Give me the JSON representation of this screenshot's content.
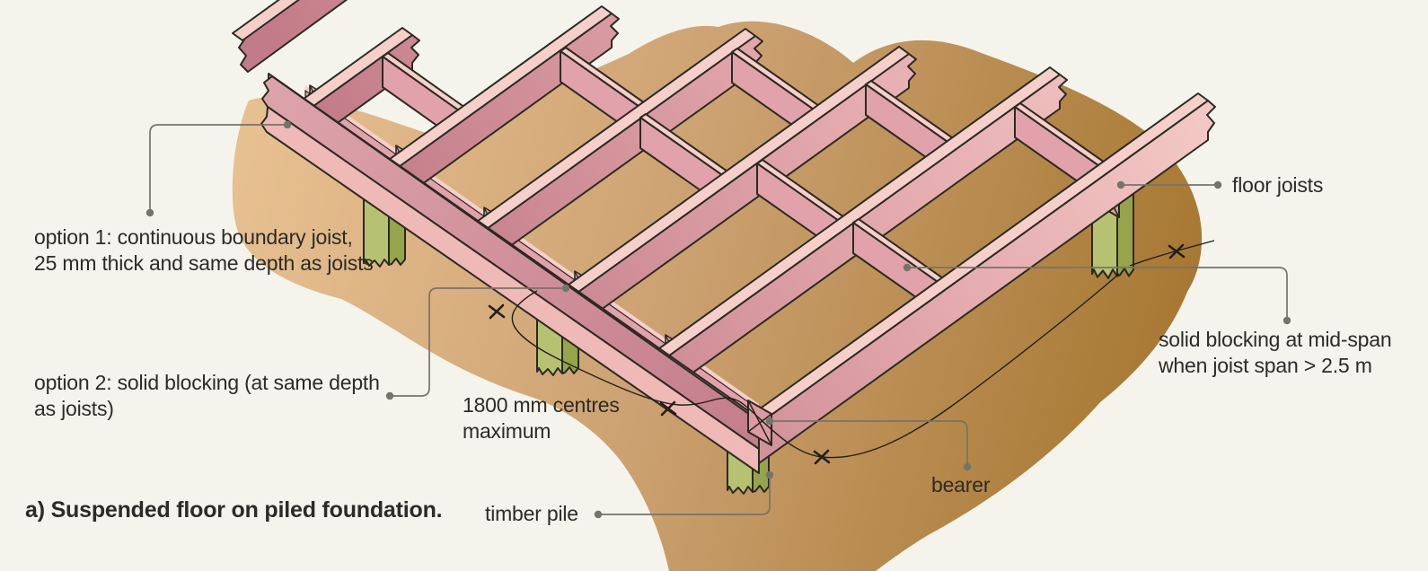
{
  "figure": {
    "caption": "a) Suspended floor on piled foundation.",
    "labels": {
      "option1": {
        "lines": [
          "option 1: continuous boundary joist,",
          "25 mm thick and same depth as joists"
        ]
      },
      "option2": {
        "lines": [
          "option 2: solid blocking (at same depth",
          "as joists)"
        ]
      },
      "centres": {
        "lines": [
          "1800 mm centres",
          "maximum"
        ]
      },
      "timber_pile": {
        "text": "timber pile"
      },
      "bearer": {
        "text": "bearer"
      },
      "floor_joists": {
        "text": "floor joists"
      },
      "solid_blocking": {
        "lines": [
          "solid blocking at mid-span",
          "when joist span > 2.5 m"
        ]
      }
    },
    "colors": {
      "background": "#f4f3ec",
      "ground_light": "#e7c091",
      "ground_mid": "#cda272",
      "ground_dark": "#a4762f",
      "timber_top": "#f6cfca",
      "timber_side_dark": "#c27b88",
      "timber_side_light": "#f7d2cc",
      "boundary_light": "#dda3ab",
      "boundary_dark": "#c47e8b",
      "bearer_face": "#eeb9b6",
      "block_face": "#e2a2ab",
      "pile_light": "#b6c271",
      "pile_dark": "#96a44c",
      "outline": "#2b2a22",
      "leader": "#75746b",
      "dimline": "#221f1a",
      "text": "#2c2b27"
    }
  }
}
